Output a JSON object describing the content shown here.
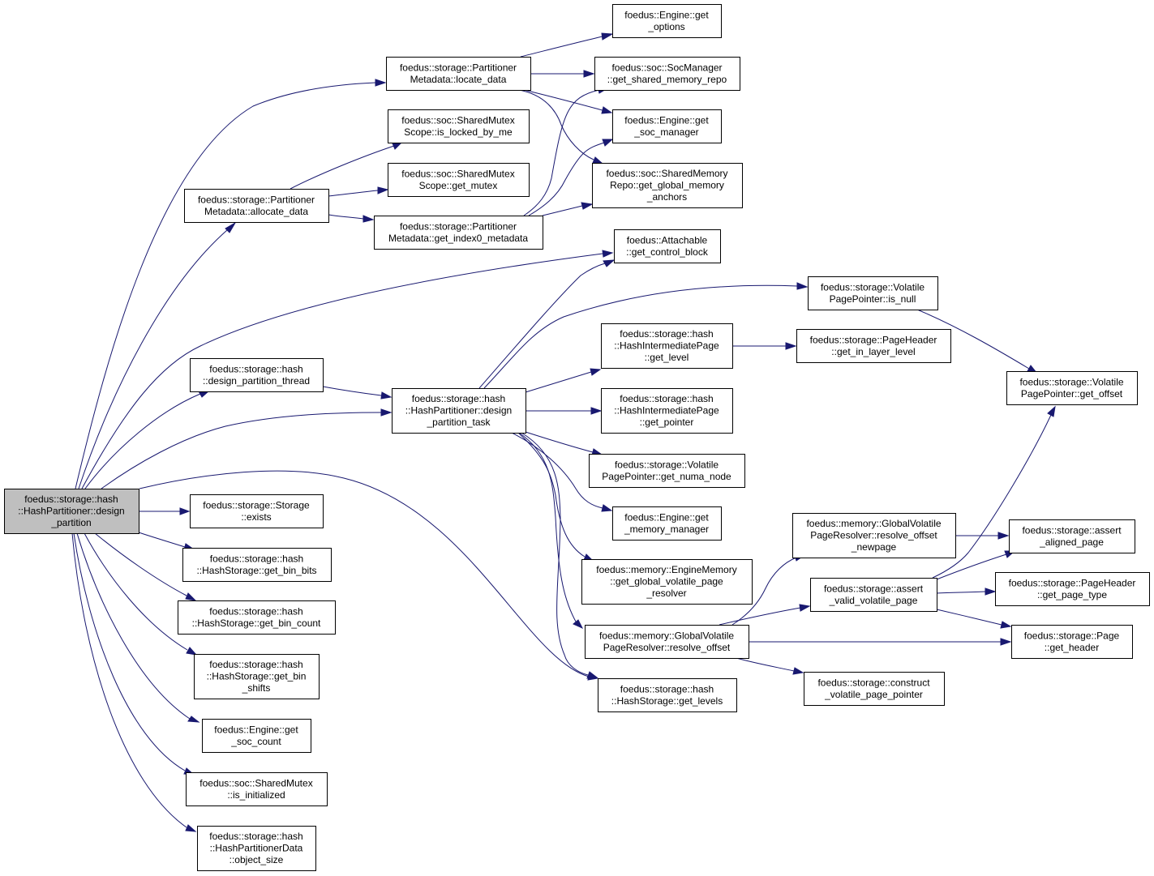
{
  "colors": {
    "edge": "#191970",
    "root_fill": "#bfbfbf",
    "node_fill": "#ffffff"
  },
  "nodes": {
    "root": [
      "foedus::storage::hash",
      "::HashPartitioner::design",
      "_partition"
    ],
    "locate_data": [
      "foedus::storage::Partitioner",
      "Metadata::locate_data"
    ],
    "allocate_data": [
      "foedus::storage::Partitioner",
      "Metadata::allocate_data"
    ],
    "design_partition_thread": [
      "foedus::storage::hash",
      "::design_partition_thread"
    ],
    "design_partition_task": [
      "foedus::storage::hash",
      "::HashPartitioner::design",
      "_partition_task"
    ],
    "storage_exists": [
      "foedus::storage::Storage",
      "::exists"
    ],
    "get_bin_bits": [
      "foedus::storage::hash",
      "::HashStorage::get_bin_bits"
    ],
    "get_bin_count": [
      "foedus::storage::hash",
      "::HashStorage::get_bin_count"
    ],
    "get_bin_shifts": [
      "foedus::storage::hash",
      "::HashStorage::get_bin",
      "_shifts"
    ],
    "get_soc_count": [
      "foedus::Engine::get",
      "_soc_count"
    ],
    "is_initialized": [
      "foedus::soc::SharedMutex",
      "::is_initialized"
    ],
    "object_size": [
      "foedus::storage::hash",
      "::HashPartitionerData",
      "::object_size"
    ],
    "get_levels": [
      "foedus::storage::hash",
      "::HashStorage::get_levels"
    ],
    "is_locked_by_me": [
      "foedus::soc::SharedMutex",
      "Scope::is_locked_by_me"
    ],
    "get_mutex": [
      "foedus::soc::SharedMutex",
      "Scope::get_mutex"
    ],
    "get_index0_metadata": [
      "foedus::storage::Partitioner",
      "Metadata::get_index0_metadata"
    ],
    "get_options": [
      "foedus::Engine::get",
      "_options"
    ],
    "get_shared_memory_repo": [
      "foedus::soc::SocManager",
      "::get_shared_memory_repo"
    ],
    "get_soc_manager": [
      "foedus::Engine::get",
      "_soc_manager"
    ],
    "get_global_memory_anchors": [
      "foedus::soc::SharedMemory",
      "Repo::get_global_memory",
      "_anchors"
    ],
    "get_control_block": [
      "foedus::Attachable",
      "::get_control_block"
    ],
    "is_null": [
      "foedus::storage::Volatile",
      "PagePointer::is_null"
    ],
    "get_level": [
      "foedus::storage::hash",
      "::HashIntermediatePage",
      "::get_level"
    ],
    "get_pointer": [
      "foedus::storage::hash",
      "::HashIntermediatePage",
      "::get_pointer"
    ],
    "get_numa_node": [
      "foedus::storage::Volatile",
      "PagePointer::get_numa_node"
    ],
    "get_memory_manager": [
      "foedus::Engine::get",
      "_memory_manager"
    ],
    "get_global_volatile_page_resolver": [
      "foedus::memory::EngineMemory",
      "::get_global_volatile_page",
      "_resolver"
    ],
    "resolve_offset": [
      "foedus::memory::GlobalVolatile",
      "PageResolver::resolve_offset"
    ],
    "get_in_layer_level": [
      "foedus::storage::PageHeader",
      "::get_in_layer_level"
    ],
    "get_offset": [
      "foedus::storage::Volatile",
      "PagePointer::get_offset"
    ],
    "resolve_offset_newpage": [
      "foedus::memory::GlobalVolatile",
      "PageResolver::resolve_offset",
      "_newpage"
    ],
    "assert_valid_volatile_page": [
      "foedus::storage::assert",
      "_valid_volatile_page"
    ],
    "construct_volatile_page_pointer": [
      "foedus::storage::construct",
      "_volatile_page_pointer"
    ],
    "assert_aligned_page": [
      "foedus::storage::assert",
      "_aligned_page"
    ],
    "get_page_type": [
      "foedus::storage::PageHeader",
      "::get_page_type"
    ],
    "page_get_header": [
      "foedus::storage::Page",
      "::get_header"
    ]
  }
}
